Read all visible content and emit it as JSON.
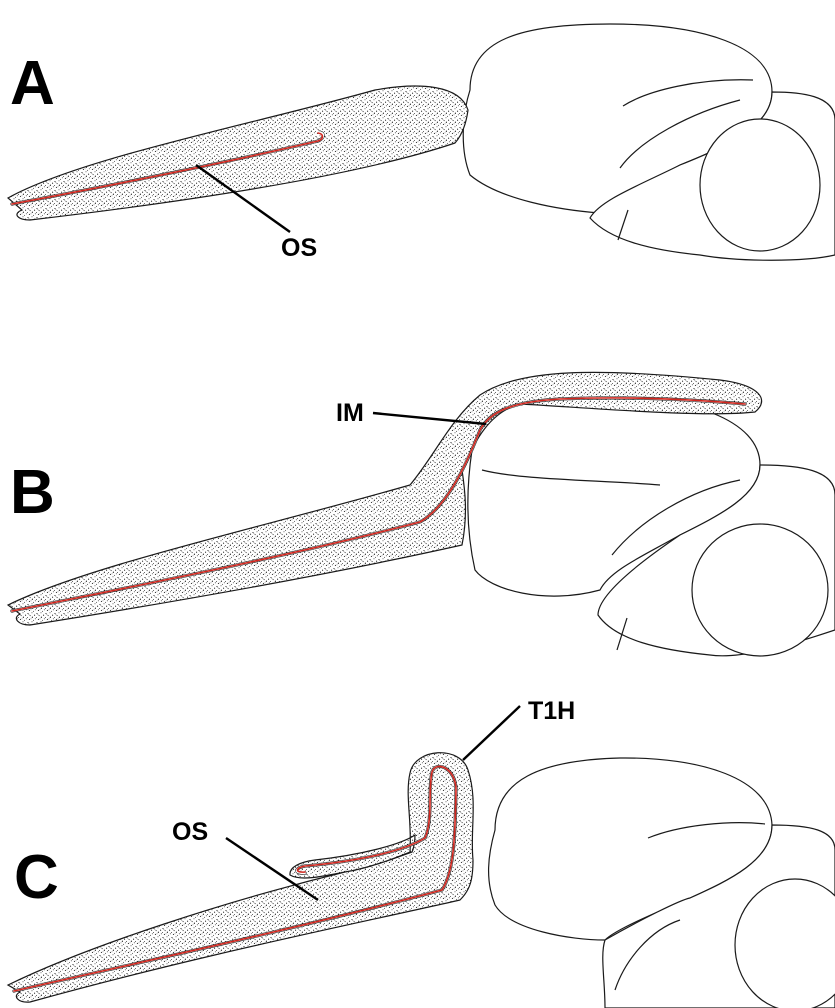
{
  "panels": {
    "a": {
      "letter": "A",
      "callouts": [
        {
          "text": "OS"
        }
      ]
    },
    "b": {
      "letter": "B",
      "callouts": [
        {
          "text": "IM"
        }
      ]
    },
    "c": {
      "letter": "C",
      "callouts": [
        {
          "text": "T1H"
        },
        {
          "text": "OS"
        }
      ]
    }
  },
  "colors": {
    "inner_line": "#d4261e",
    "stipple_dot": "#000000",
    "outline": "#1a1a1a",
    "text": "#000000"
  }
}
